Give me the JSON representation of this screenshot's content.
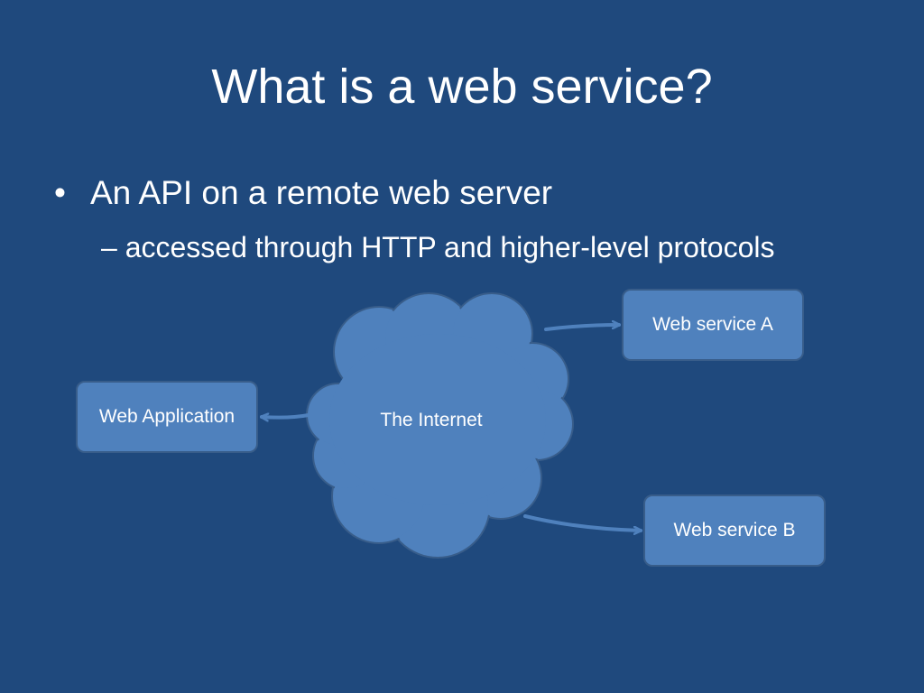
{
  "slide": {
    "title": "What is a web service?",
    "bullet_symbol": "•",
    "bullet": "An API on a remote web server",
    "sub_bullet": "– accessed through HTTP and higher-level protocols"
  },
  "diagram": {
    "cloud_label": "The Internet",
    "web_application": "Web Application",
    "service_a": "Web service A",
    "service_b": "Web service B"
  },
  "colors": {
    "background": "#1f497d",
    "shape_fill": "#4f81bd",
    "shape_border": "#385d8a",
    "text": "#ffffff"
  }
}
